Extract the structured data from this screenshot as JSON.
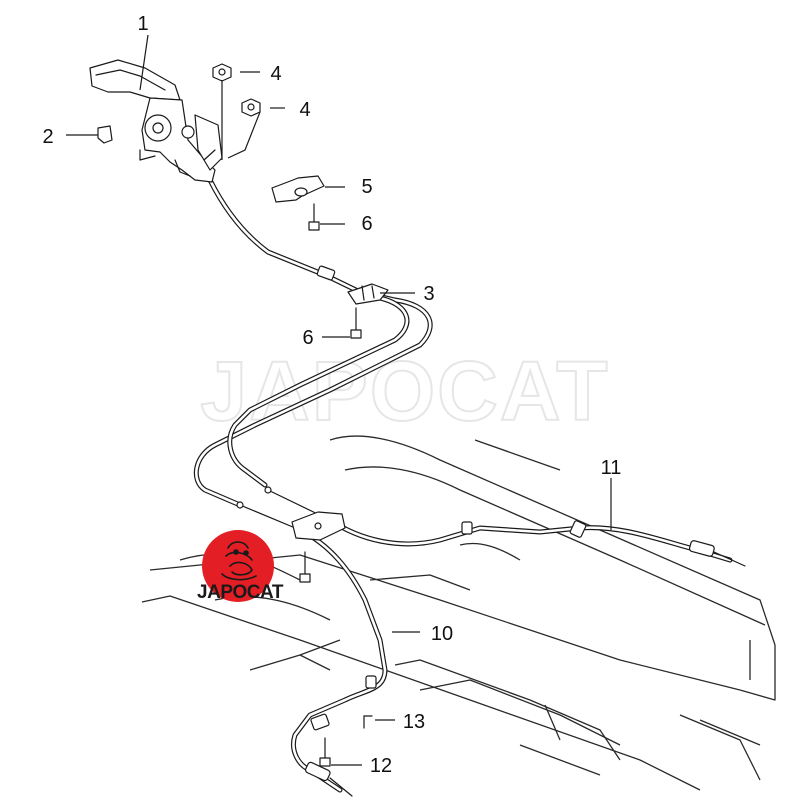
{
  "watermark": {
    "text": "JAPOCAT"
  },
  "logo": {
    "text": "JAPOCAT",
    "color": "#e31e24"
  },
  "callouts": [
    {
      "id": "c1",
      "label": "1"
    },
    {
      "id": "c2",
      "label": "2"
    },
    {
      "id": "c4a",
      "label": "4"
    },
    {
      "id": "c4b",
      "label": "4"
    },
    {
      "id": "c5",
      "label": "5"
    },
    {
      "id": "c6a",
      "label": "6"
    },
    {
      "id": "c3",
      "label": "3"
    },
    {
      "id": "c6b",
      "label": "6"
    },
    {
      "id": "c11",
      "label": "11"
    },
    {
      "id": "c10",
      "label": "10"
    },
    {
      "id": "c13",
      "label": "13"
    },
    {
      "id": "c12",
      "label": "12"
    }
  ]
}
